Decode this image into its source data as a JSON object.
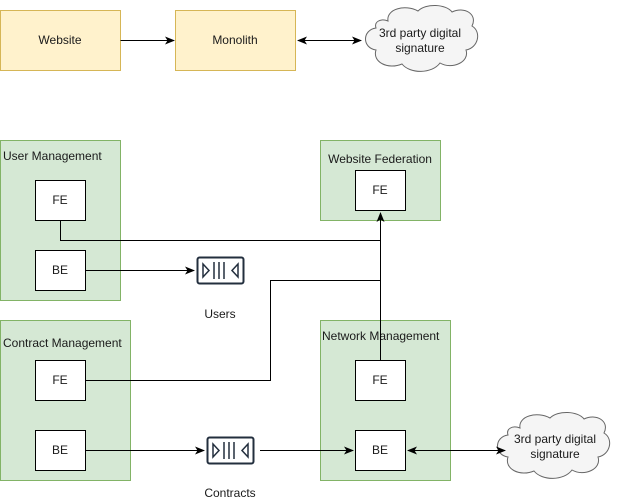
{
  "diagram": {
    "top": {
      "website": "Website",
      "monolith": "Monolith",
      "third_party": [
        "3rd party digital",
        "signature"
      ]
    },
    "user_management": {
      "title": "User Management",
      "fe": "FE",
      "be": "BE"
    },
    "website_federation": {
      "title": "Website Federation",
      "fe": "FE"
    },
    "contract_management": {
      "title": "Contract Management",
      "fe": "FE",
      "be": "BE"
    },
    "network_management": {
      "title": "Network Management",
      "fe": "FE",
      "be": "BE"
    },
    "queues": {
      "users": "Users",
      "contracts": "Contracts"
    },
    "third_party_bottom": [
      "3rd party digital",
      "signature"
    ]
  },
  "colors": {
    "legacy_fill": "#fff2cc",
    "legacy_stroke": "#d6b656",
    "domain_fill": "#d5e8d4",
    "domain_stroke": "#82b366",
    "cloud_fill": "#f5f5f5",
    "cloud_stroke": "#666666",
    "line": "#000000"
  }
}
